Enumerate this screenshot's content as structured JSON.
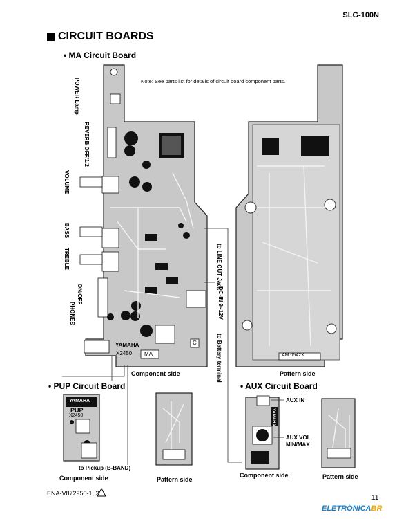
{
  "header": {
    "model": "SLG-100N"
  },
  "section": {
    "title": "CIRCUIT BOARDS"
  },
  "ma": {
    "title": "• MA Circuit Board",
    "note": "Note: See parts list for details of circuit board component parts.",
    "labels": {
      "power_lamp": "POWER Lamp",
      "reverb": "REVERB OFF/1/2",
      "volume": "VOLUME",
      "bass": "BASS",
      "treble": "TREBLE",
      "on_off": "ON/OFF",
      "phones": "PHONES",
      "line_out": "to LINE OUT Jack",
      "dc_in": "DC-IN 9~12V",
      "battery": "to Battery terminal"
    },
    "board_marks": {
      "brand": "YAMAHA",
      "code": "X2450",
      "name": "MA",
      "c": "C",
      "mirror": "AM 0542X"
    },
    "component_side": "Component side",
    "pattern_side": "Pattern side"
  },
  "pup": {
    "title": "• PUP Circuit Board",
    "board_marks": {
      "brand": "YAMAHA",
      "name": "PUP",
      "code": "X2450"
    },
    "to_pickup": "to Pickup (B-BAND)",
    "component_side": "Component side",
    "pattern_side": "Pattern side"
  },
  "aux": {
    "title": "• AUX Circuit Board",
    "aux_in": "AUX IN",
    "aux_vol": "AUX VOL",
    "min_max": "MIN/MAX",
    "board_marks": {
      "brand": "YAMAHA"
    },
    "component_side": "Component side",
    "pattern_side": "Pattern side"
  },
  "footer": {
    "code": "ENA-V872950-1, 2",
    "page": "11",
    "watermark_main": "ELETRÔNICA",
    "watermark_accent": "BR"
  },
  "colors": {
    "board": "#c8c8c8",
    "ink": "#111111",
    "watermark": "#1e7fc4"
  }
}
